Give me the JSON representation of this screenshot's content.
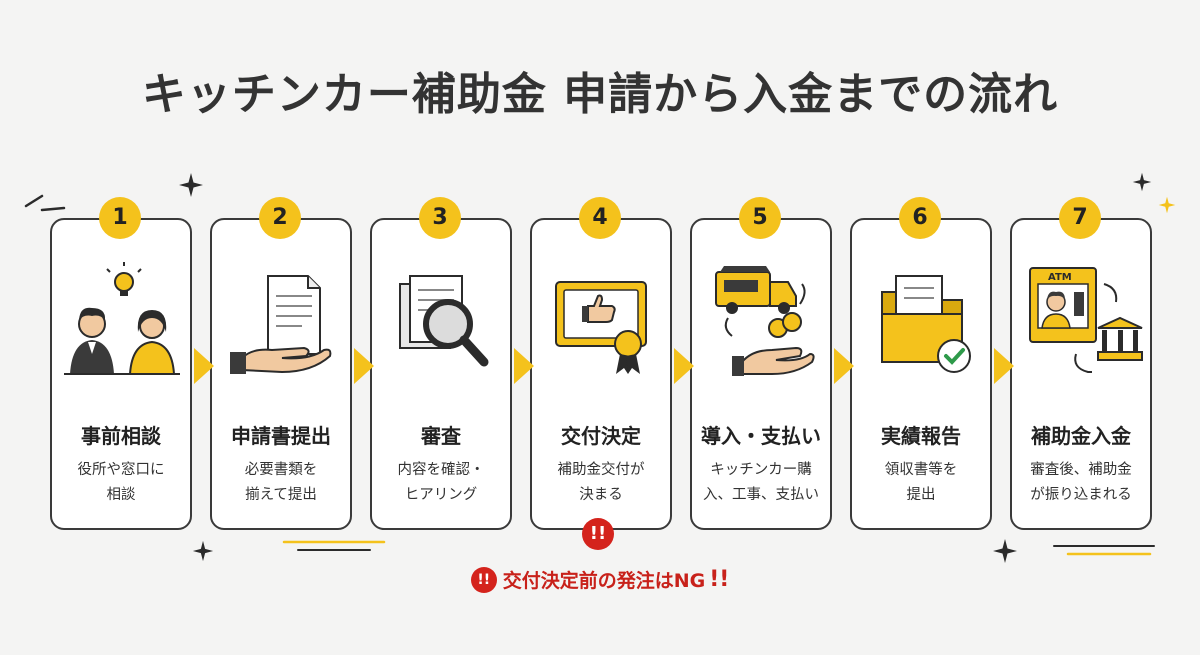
{
  "title": "キッチンカー補助金 申請から入金までの流れ",
  "colors": {
    "accent": "#f4c21c",
    "alert": "#d4231c",
    "border": "#3a3a3a"
  },
  "steps": [
    {
      "number": "1",
      "title": "事前相談",
      "desc": "役所や窓口に\n相談",
      "icon": "consultation-icon"
    },
    {
      "number": "2",
      "title": "申請書提出",
      "desc": "必要書類を\n揃えて提出",
      "icon": "document-hand-icon"
    },
    {
      "number": "3",
      "title": "審査",
      "desc": "内容を確認・\nヒアリング",
      "icon": "magnifier-document-icon"
    },
    {
      "number": "4",
      "title": "交付決定",
      "desc": "補助金交付が\n決まる",
      "icon": "certificate-icon"
    },
    {
      "number": "5",
      "title": "導入・支払い",
      "desc": "キッチンカー購\n入、工事、支払い",
      "icon": "food-truck-payment-icon"
    },
    {
      "number": "6",
      "title": "実績報告",
      "desc": "領収書等を\n提出",
      "icon": "folder-check-icon"
    },
    {
      "number": "7",
      "title": "補助金入金",
      "desc": "審査後、補助金\nが振り込まれる",
      "icon": "atm-bank-icon"
    }
  ],
  "alert_mark": "!!",
  "warning": {
    "text": "交付決定前の発注はNG",
    "bang": "!!"
  },
  "atm_label": "ATM"
}
